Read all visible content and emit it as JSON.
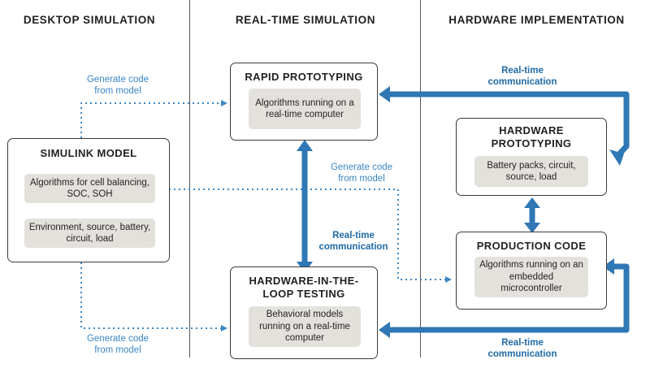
{
  "headers": {
    "desktop": "DESKTOP SIMULATION",
    "realtime": "REAL-TIME SIMULATION",
    "hardware": "HARDWARE IMPLEMENTATION"
  },
  "simulink": {
    "title": "SIMULINK MODEL",
    "block1": "Algorithms for cell balancing, SOC, SOH",
    "block2": "Environment, source, battery, circuit, load"
  },
  "rapid": {
    "title": "RAPID PROTOTYPING",
    "inner": "Algorithms running on a real-time computer"
  },
  "hil": {
    "title": "HARDWARE-IN-THE-LOOP TESTING",
    "inner": "Behavioral models running on a real-time computer"
  },
  "hwproto": {
    "title": "HARDWARE PROTOTYPING",
    "inner": "Battery packs, circuit, source, load"
  },
  "production": {
    "title": "PRODUCTION CODE",
    "inner": "Algorithms running on an embedded microcontroller"
  },
  "labels": {
    "gen_code_top": "Generate code from model",
    "gen_code_mid": "Generate code from model",
    "gen_code_bottom": "Generate code from model",
    "rt_comm_top": "Real-time communication",
    "rt_comm_mid": "Real-time communication",
    "rt_comm_bottom": "Real-time communication"
  },
  "colors": {
    "arrow_blue": "#2f77b5",
    "dotted_blue": "#3a86c4",
    "box_fill": "#e3e1dc",
    "border": "#3a3a3a"
  }
}
